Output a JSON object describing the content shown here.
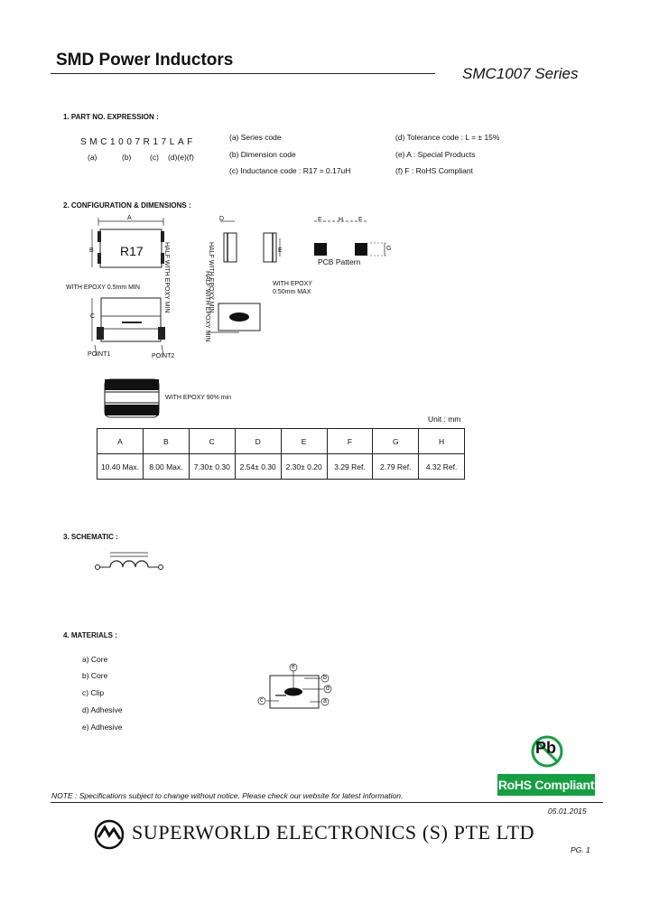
{
  "header": {
    "title": "SMD Power Inductors",
    "series": "SMC1007 Series"
  },
  "section1": {
    "heading": "1. PART NO. EXPRESSION :",
    "part_number": "SMC1007R17LAF",
    "codes": [
      "(a)",
      "(b)",
      "(c)",
      "(d)(e)(f)"
    ],
    "left_items": [
      "(a) Series code",
      "(b) Dimension code",
      "(c) Inductance code : R17 = 0.17uH"
    ],
    "right_items": [
      "(d) Tolerance code : L = ± 15%",
      "(e) A : Special Products",
      "(f) F : RoHS Compliant"
    ]
  },
  "section2": {
    "heading": "2. CONFIGURATION & DIMENSIONS :",
    "marking": "R17",
    "labels": {
      "a": "A",
      "b": "B",
      "c": "C",
      "d": "D",
      "e": "E",
      "f": "F",
      "g": "G",
      "h": "H",
      "epoxy_top": "WITH EPOXY 0.5mm MIN",
      "epoxy_side": "WITH EPOXY",
      "epoxy_side2": "0.50mm MAX",
      "half_epoxy_1": "HALF WITH EPOXY MIN",
      "half_epoxy_2": "HALF WITH EPOXY MIN",
      "half_epoxy_3": "HALF WITH EPOXY MIN",
      "point1": "POINT1",
      "point2": "POINT2",
      "pcb": "PCB Pattern",
      "epoxy_90": "WITH EPOXY 90% min"
    },
    "unit": "Unit : mm",
    "table": {
      "headers": [
        "A",
        "B",
        "C",
        "D",
        "E",
        "F",
        "G",
        "H"
      ],
      "values": [
        "10.40 Max.",
        "8.00 Max.",
        "7.30± 0.30",
        "2.54± 0.30",
        "2.30± 0.20",
        "3.29 Ref.",
        "2.79 Ref.",
        "4.32 Ref."
      ]
    }
  },
  "section3": {
    "heading": "3. SCHEMATIC :"
  },
  "section4": {
    "heading": "4. MATERIALS :",
    "items": [
      "a) Core",
      "b) Core",
      "c) Clip",
      "d) Adhesive",
      "e) Adhesive"
    ],
    "callouts": [
      "e",
      "b",
      "d",
      "a",
      "c"
    ]
  },
  "footer": {
    "pb": "Pb",
    "rohs": "RoHS Compliant",
    "note": "NOTE : Specifications subject to change without notice. Please check our website for latest information.",
    "date": "05.01.2015",
    "company": "SUPERWORLD  ELECTRONICS  (S)  PTE  LTD",
    "page": "PG. 1"
  },
  "colors": {
    "rohs_green": "#13a041",
    "ink": "#111111"
  }
}
